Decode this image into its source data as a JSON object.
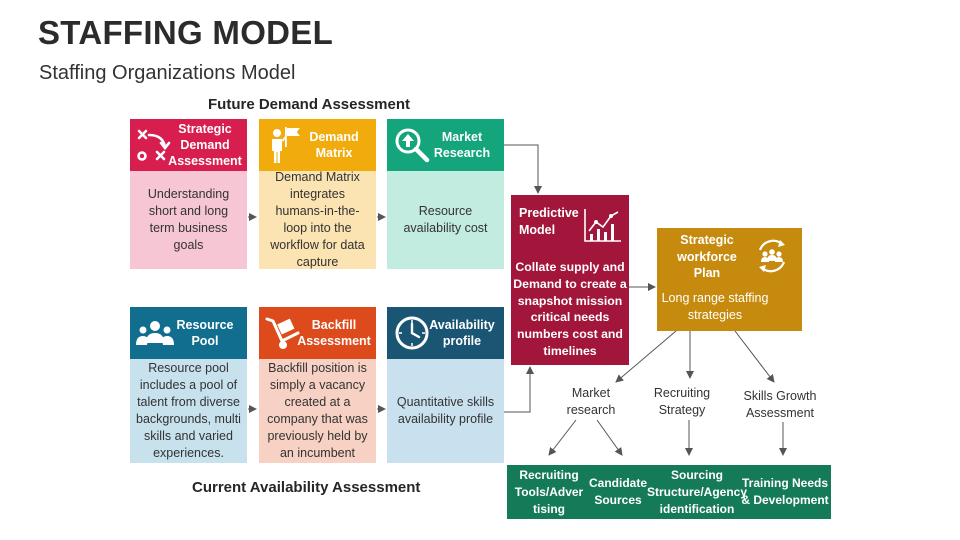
{
  "header": {
    "title": "STAFFING MODEL",
    "subtitle": "Staffing Organizations Model"
  },
  "sections": {
    "future": "Future Demand Assessment",
    "current": "Current Availability Assessment"
  },
  "cards": {
    "strategic_demand": {
      "title": "Strategic Demand Assessment",
      "body": "Understanding short and long term business goals",
      "icon": "strategy-play-icon"
    },
    "demand_matrix": {
      "title": "Demand Matrix",
      "body": "Demand Matrix integrates humans-in-the-loop into the workflow for data capture",
      "icon": "person-flag-icon"
    },
    "market_research": {
      "title": "Market Research",
      "body": "Resource availability cost",
      "icon": "search-arrow-icon"
    },
    "resource_pool": {
      "title": "Resource Pool",
      "body": "Resource pool includes a pool of talent from diverse backgrounds, multi skills and varied experiences.",
      "icon": "people-group-icon"
    },
    "backfill": {
      "title": "Backfill Assessment",
      "body": "Backfill position is simply a vacancy created at a company that was previously held by an incumbent",
      "icon": "trolley-icon"
    },
    "availability": {
      "title": "Availability profile",
      "body": "Quantitative skills availability profile",
      "icon": "clock-icon"
    }
  },
  "predictive": {
    "title": "Predictive Model",
    "body": "Collate supply and Demand to create a snapshot mission critical needs numbers cost and timelines",
    "icon": "chart-icon"
  },
  "strategic_plan": {
    "title": "Strategic workforce Plan",
    "body": "Long range staffing strategies",
    "icon": "team-cycle-icon"
  },
  "branches": {
    "market_research": "Market research",
    "recruiting_strategy": "Recruiting Strategy",
    "skills_growth": "Skills Growth Assessment"
  },
  "outcomes": {
    "recruiting_tools": "Recruiting Tools/Adver tising",
    "candidate_sources": "Candidate Sources",
    "sourcing_structure": "Sourcing Structure/Agency identification",
    "training_needs": "Training Needs & Development"
  },
  "colors": {
    "red": "#d81d4f",
    "yellow": "#f2ab0c",
    "green": "#14a57d",
    "blue": "#116e8e",
    "orange": "#dd4a1c",
    "navy": "#1b5574",
    "predictive": "#a1163a",
    "plan": "#c68b0e",
    "outcome": "#157a58"
  }
}
